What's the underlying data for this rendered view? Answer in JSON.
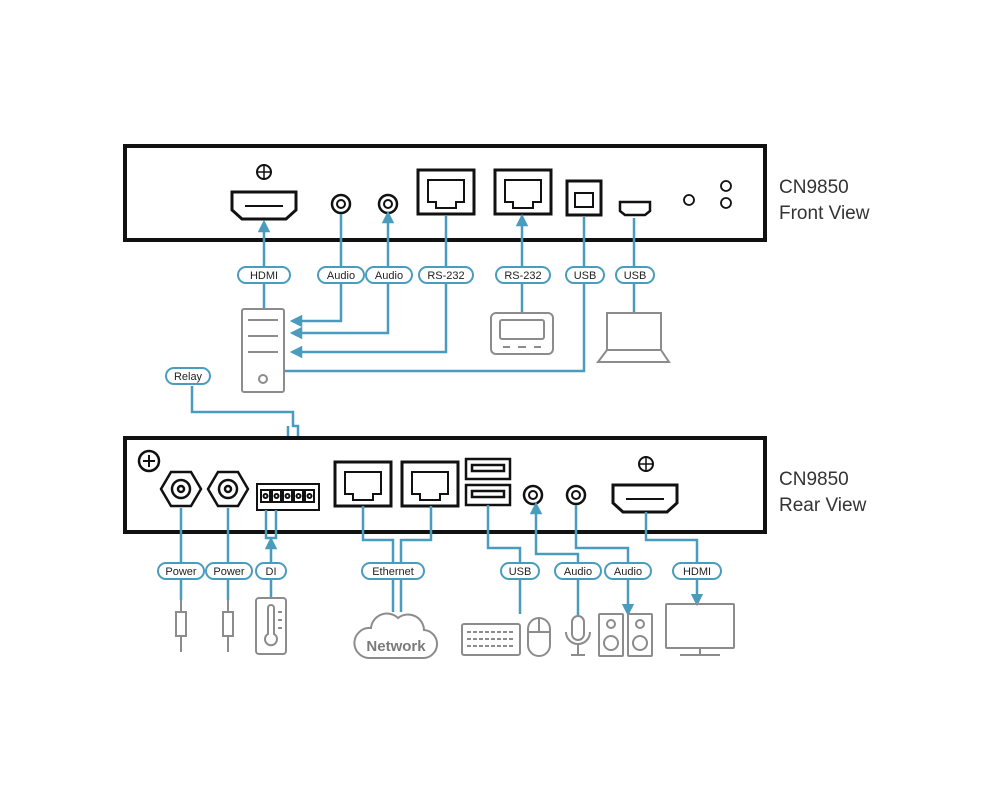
{
  "front": {
    "model": "CN9850",
    "view": "Front View"
  },
  "rear": {
    "model": "CN9850",
    "view": "Rear View"
  },
  "labels": {
    "hdmi": "HDMI",
    "audio": "Audio",
    "rs232": "RS-232",
    "usb": "USB",
    "relay": "Relay",
    "power": "Power",
    "di": "DI",
    "ethernet": "Ethernet",
    "network": "Network"
  },
  "colors": {
    "cable": "#4a9cbf",
    "device": "#111111",
    "peripheral": "#8c8c8c"
  }
}
